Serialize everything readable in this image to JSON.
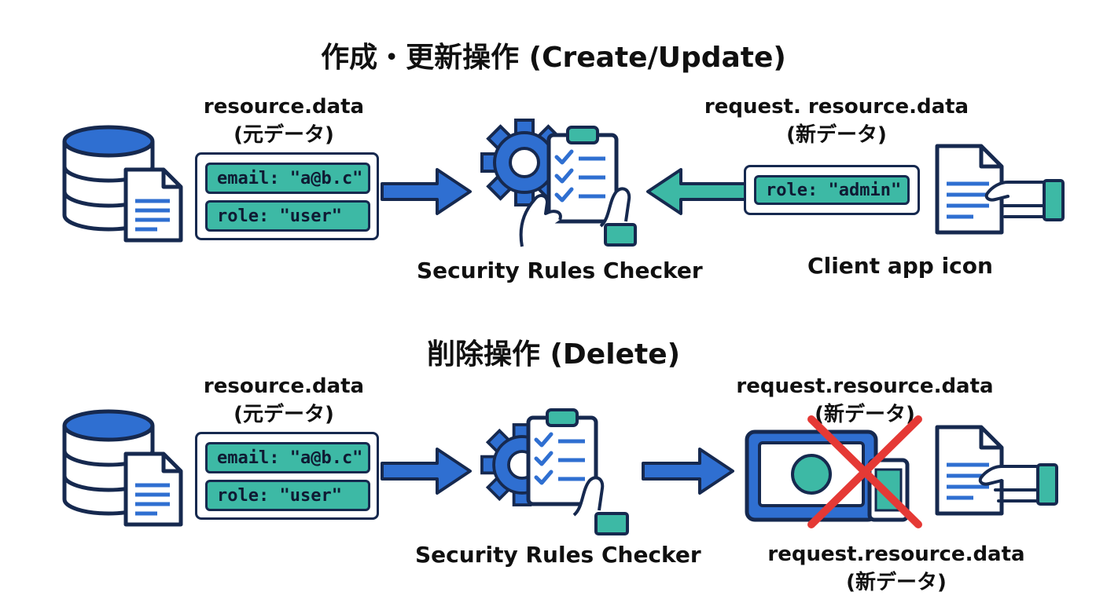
{
  "create_section": {
    "title": "作成・更新操作 (Create/Update)",
    "resource_label": {
      "line1": "resource.data",
      "line2": "(元データ)"
    },
    "resource_fields": [
      "email: \"a@b.c\"",
      "role: \"user\""
    ],
    "checker_caption": "Security Rules Checker",
    "request_label": {
      "line1": "request. resource.data",
      "line2": "(新データ)"
    },
    "request_fields": [
      "role: \"admin\""
    ],
    "client_caption": "Client app icon"
  },
  "delete_section": {
    "title": "削除操作 (Delete)",
    "resource_label": {
      "line1": "resource.data",
      "line2": "(元データ)"
    },
    "resource_fields": [
      "email: \"a@b.c\"",
      "role: \"user\""
    ],
    "checker_caption": "Security Rules Checker",
    "request_label_top": {
      "line1": "request.resource.data",
      "line2": "(新データ)"
    },
    "request_label_bottom": {
      "line1": "request.resource.data",
      "line2": "(新データ)"
    }
  },
  "colors": {
    "navy": "#16294f",
    "blue": "#2f6fd1",
    "teal": "#3db9a5",
    "red": "#e53935"
  },
  "icons": [
    "database-icon",
    "document-icon",
    "gear-icon",
    "clipboard-checklist-icon",
    "hand-icon",
    "right-arrow-icon",
    "left-arrow-icon",
    "device-icon",
    "cross-icon"
  ]
}
